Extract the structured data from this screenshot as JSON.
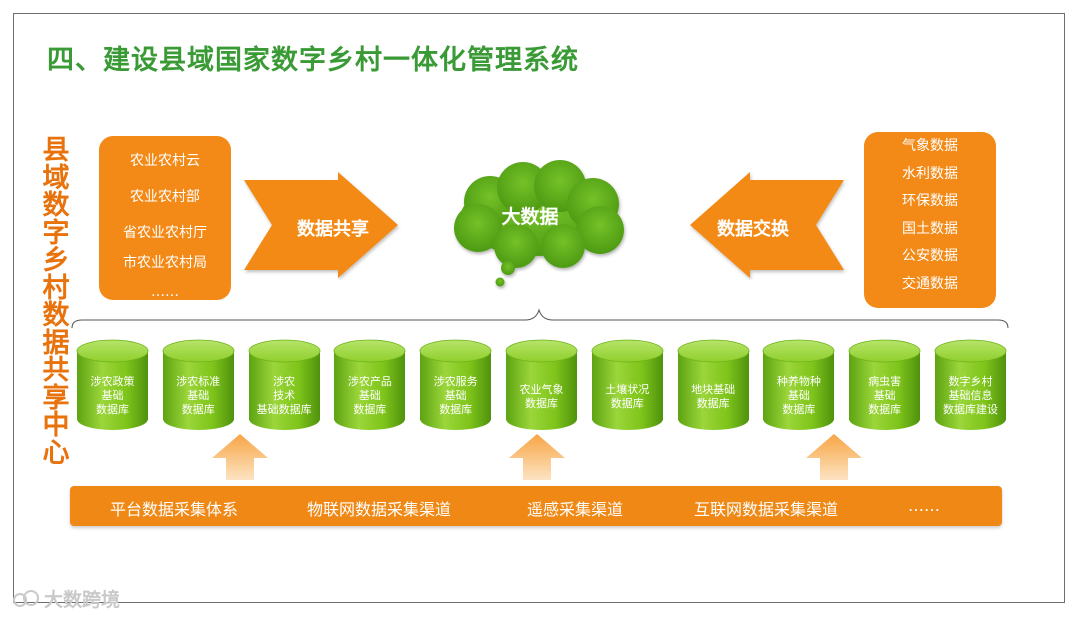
{
  "title": "四、建设县域国家数字乡村一体化管理系统",
  "side_title": [
    "县",
    "域",
    "数",
    "字",
    "乡",
    "村",
    "数",
    "据",
    "共",
    "享",
    "中",
    "心"
  ],
  "left_box": [
    "农业农村云",
    "农业农村部",
    "省农业农村厅",
    "市农业农村局",
    "……"
  ],
  "left_arrow_label": "数据共享",
  "cloud_label": "大数据",
  "right_arrow_label": "数据交换",
  "right_box": [
    "气象数据",
    "水利数据",
    "环保数据",
    "国土数据",
    "公安数据",
    "交通数据"
  ],
  "databases": [
    {
      "lines": [
        "涉农政策",
        "基础",
        "数据库"
      ]
    },
    {
      "lines": [
        "涉农标准",
        "基础",
        "数据库"
      ]
    },
    {
      "lines": [
        "涉农",
        "技术",
        "基础数据库"
      ]
    },
    {
      "lines": [
        "涉农产品",
        "基础",
        "数据库"
      ]
    },
    {
      "lines": [
        "涉农服务",
        "基础",
        "数据库"
      ]
    },
    {
      "lines": [
        "农业气象",
        "数据库"
      ]
    },
    {
      "lines": [
        "土壤状况",
        "数据库"
      ]
    },
    {
      "lines": [
        "地块基础",
        "数据库"
      ]
    },
    {
      "lines": [
        "种养物种",
        "基础",
        "数据库"
      ]
    },
    {
      "lines": [
        "病虫害",
        "基础",
        "数据库"
      ]
    },
    {
      "lines": [
        "数字乡村",
        "基础信息",
        "数据库建设"
      ]
    }
  ],
  "collection_channels": [
    "平台数据采集体系",
    "物联网数据采集渠道",
    "遥感采集渠道",
    "互联网数据采集渠道",
    "……"
  ],
  "watermark": "大数跨境",
  "colors": {
    "title_green": "#3a9a35",
    "orange": "#f38a17",
    "side_title_orange": "#e8720c",
    "cylinder_green": "#7ec41a",
    "cloud_green": "#5aa618"
  }
}
